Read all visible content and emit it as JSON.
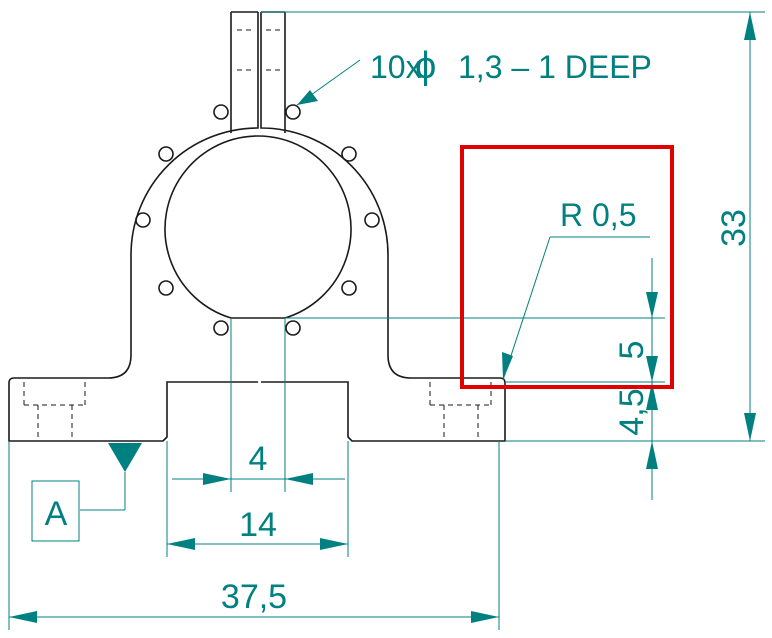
{
  "drawing": {
    "hole_note_count": "10x",
    "hole_note_symbol": "ϕ",
    "hole_note_text": "1,3 – 1 DEEP",
    "radius_note": "R  0,5",
    "dim_height_total": "33",
    "dim_step": "5",
    "dim_base": "4,5",
    "dim_slot": "4",
    "dim_boss": "14",
    "dim_width_total": "37,5",
    "datum_label": "A"
  },
  "colors": {
    "dimension": "#008080",
    "outline": "#1a1a1a",
    "highlight": "#e00000"
  }
}
